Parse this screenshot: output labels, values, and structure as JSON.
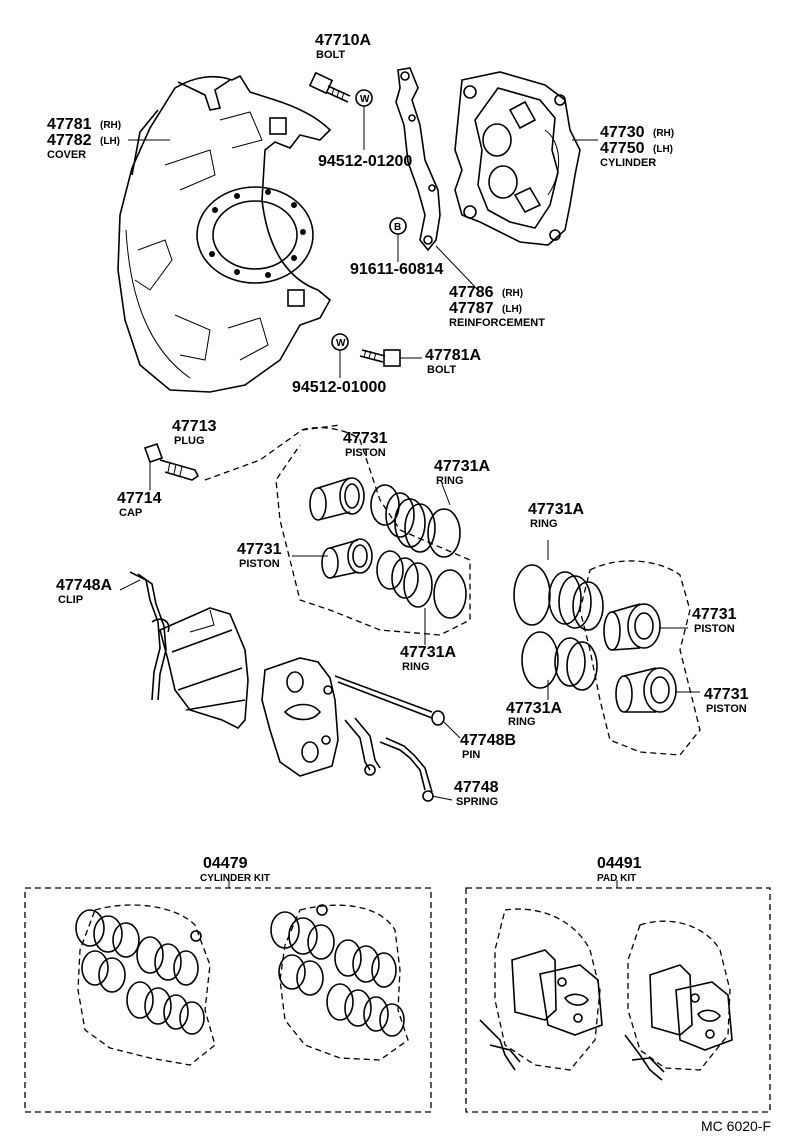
{
  "parts": {
    "bolt_top": {
      "number": "47710A",
      "name": "BOLT"
    },
    "washer_top": {
      "number": "94512-01200"
    },
    "cover": {
      "number_rh": "47781",
      "suffix_rh": "(RH)",
      "number_lh": "47782",
      "suffix_lh": "(LH)",
      "name": "COVER"
    },
    "cylinder": {
      "number_rh": "47730",
      "suffix_rh": "(RH)",
      "number_lh": "47750",
      "suffix_lh": "(LH)",
      "name": "CYLINDER"
    },
    "nut": {
      "number": "91611-60814"
    },
    "reinforcement": {
      "number_rh": "47786",
      "suffix_rh": "(RH)",
      "number_lh": "47787",
      "suffix_lh": "(LH)",
      "name": "REINFORCEMENT"
    },
    "bolt_lower": {
      "number": "47781A",
      "name": "BOLT"
    },
    "washer_lower": {
      "number": "94512-01000"
    },
    "plug": {
      "number": "47713",
      "name": "PLUG"
    },
    "cap": {
      "number": "47714",
      "name": "CAP"
    },
    "piston_a": {
      "number": "47731",
      "name": "PISTON"
    },
    "ring_a": {
      "number": "47731A",
      "name": "RING"
    },
    "piston_b": {
      "number": "47731",
      "name": "PISTON"
    },
    "ring_b": {
      "number": "47731A",
      "name": "RING"
    },
    "ring_c": {
      "number": "47731A",
      "name": "RING"
    },
    "piston_c": {
      "number": "47731",
      "name": "PISTON"
    },
    "ring_d": {
      "number": "47731A",
      "name": "RING"
    },
    "piston_d": {
      "number": "47731",
      "name": "PISTON"
    },
    "clip": {
      "number": "47748A",
      "name": "CLIP"
    },
    "pin": {
      "number": "47748B",
      "name": "PIN"
    },
    "spring": {
      "number": "47748",
      "name": "SPRING"
    }
  },
  "kits": {
    "cylinder_kit": {
      "number": "04479",
      "name": "CYLINDER KIT"
    },
    "pad_kit": {
      "number": "04491",
      "name": "PAD KIT"
    }
  },
  "footer": {
    "code": "MC 6020-F"
  },
  "marks": {
    "washer": "W",
    "nut": "B"
  }
}
